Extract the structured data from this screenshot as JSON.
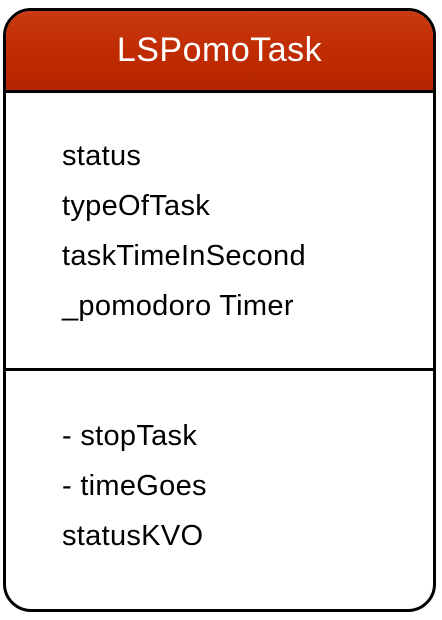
{
  "class_box": {
    "name": "LSPomoTask",
    "header_color": "#bf2a00",
    "attributes": [
      "status",
      "typeOfTask",
      "taskTimeInSecond",
      "_pomodoro Timer"
    ],
    "methods": [
      "- stopTask",
      "- timeGoes",
      "statusKVO"
    ]
  }
}
